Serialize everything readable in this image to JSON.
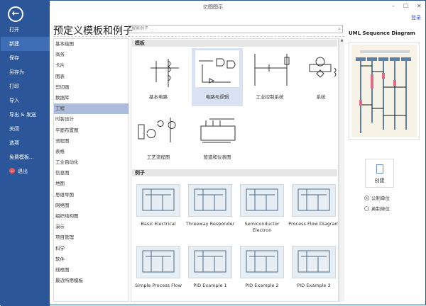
{
  "window": {
    "title": "亿图图示",
    "minimize": "–",
    "maximize": "☐",
    "close": "✕",
    "login": "登录"
  },
  "sidebar": {
    "back_icon": "arrow-left-icon",
    "items": [
      {
        "label": "打开"
      },
      {
        "label": "新建",
        "selected": true
      },
      {
        "label": "保存"
      },
      {
        "label": "另存为"
      },
      {
        "label": "打印"
      },
      {
        "label": "导入"
      },
      {
        "label": "导出 & 发送"
      },
      {
        "label": "关闭"
      },
      {
        "label": "选项"
      },
      {
        "label": "免费模板..."
      },
      {
        "label": "退出",
        "icon": "exit-icon"
      }
    ]
  },
  "heading": "预定义模板和例子",
  "search": {
    "placeholder": "搜索例子 . . .",
    "icon": "search-icon"
  },
  "categories": [
    "基本绘图",
    "商务",
    "卡片",
    "图表",
    "剪切画",
    "数据库",
    "工程",
    "时装设计",
    "平面布置图",
    "流程图",
    "表格",
    "工业自动化",
    "信息图",
    "地图",
    "思维导图",
    "网络图",
    "组织结构图",
    "演示",
    "项目管理",
    "科学",
    "软件",
    "线框图",
    "最近所用模板"
  ],
  "selected_category": "工程",
  "templates": {
    "header": "模板",
    "items": [
      "基本电路",
      "电路与逻辑",
      "工业控制系统",
      "系统",
      "工艺流程图",
      "管道和仪表图"
    ],
    "selected": "电路与逻辑"
  },
  "examples": {
    "header": "例子",
    "items": [
      "Basic Electrical",
      "Threeway Responder",
      "Semiconductor Electron",
      "Process Flow Diagram",
      "Simple Process Flow",
      "PID Example 1",
      "PID Example 2",
      "PID Example 3"
    ]
  },
  "preview": {
    "title": "UML Sequence Diagram",
    "create_label": "创建",
    "units": [
      {
        "label": "公制单位",
        "selected": true
      },
      {
        "label": "英制单位",
        "selected": false
      }
    ]
  },
  "colors": {
    "sidebar": "#2b579a",
    "selected_category": "#aebcdb",
    "selected_template": "#d9e2f2"
  }
}
